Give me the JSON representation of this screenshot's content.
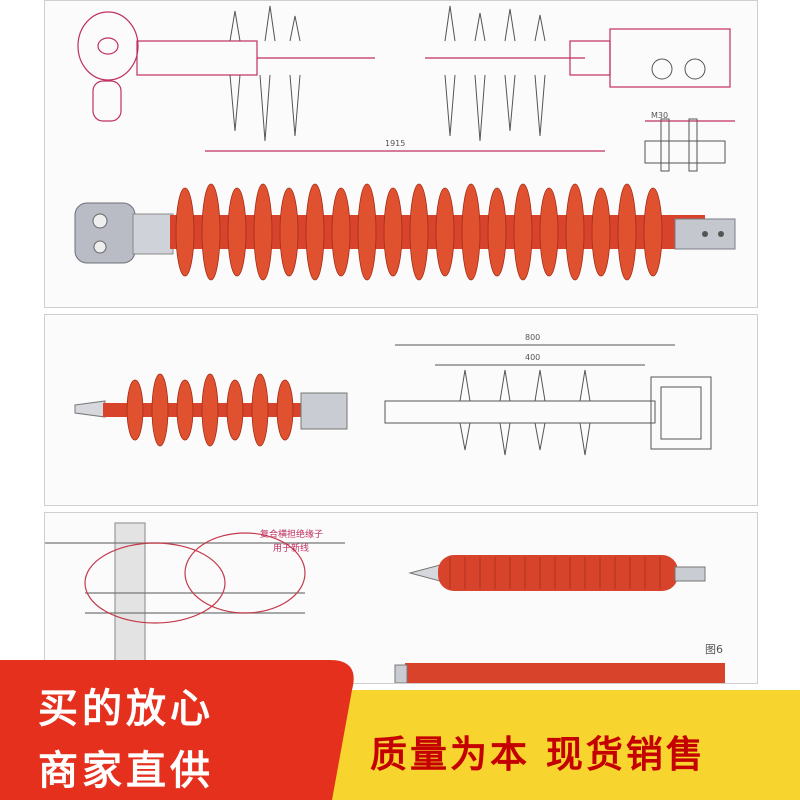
{
  "colors": {
    "insulator_red": "#d8432c",
    "banner_red": "#e5301e",
    "banner_yellow": "#f7d52e",
    "text_red": "#c40000"
  },
  "panel_top": {
    "dim_label": "1915",
    "marker_label": "M30"
  },
  "panel_middle": {
    "dim_label_a": "800",
    "dim_label_b": "400"
  },
  "panel_bottom": {
    "caption_line1": "复合横担绝缘子",
    "caption_line2": "用于新线",
    "figure_label": "图6"
  },
  "banner": {
    "left_line1": "买的放心",
    "left_line2": "商家直供",
    "right_text": "质量为本 现货销售"
  }
}
